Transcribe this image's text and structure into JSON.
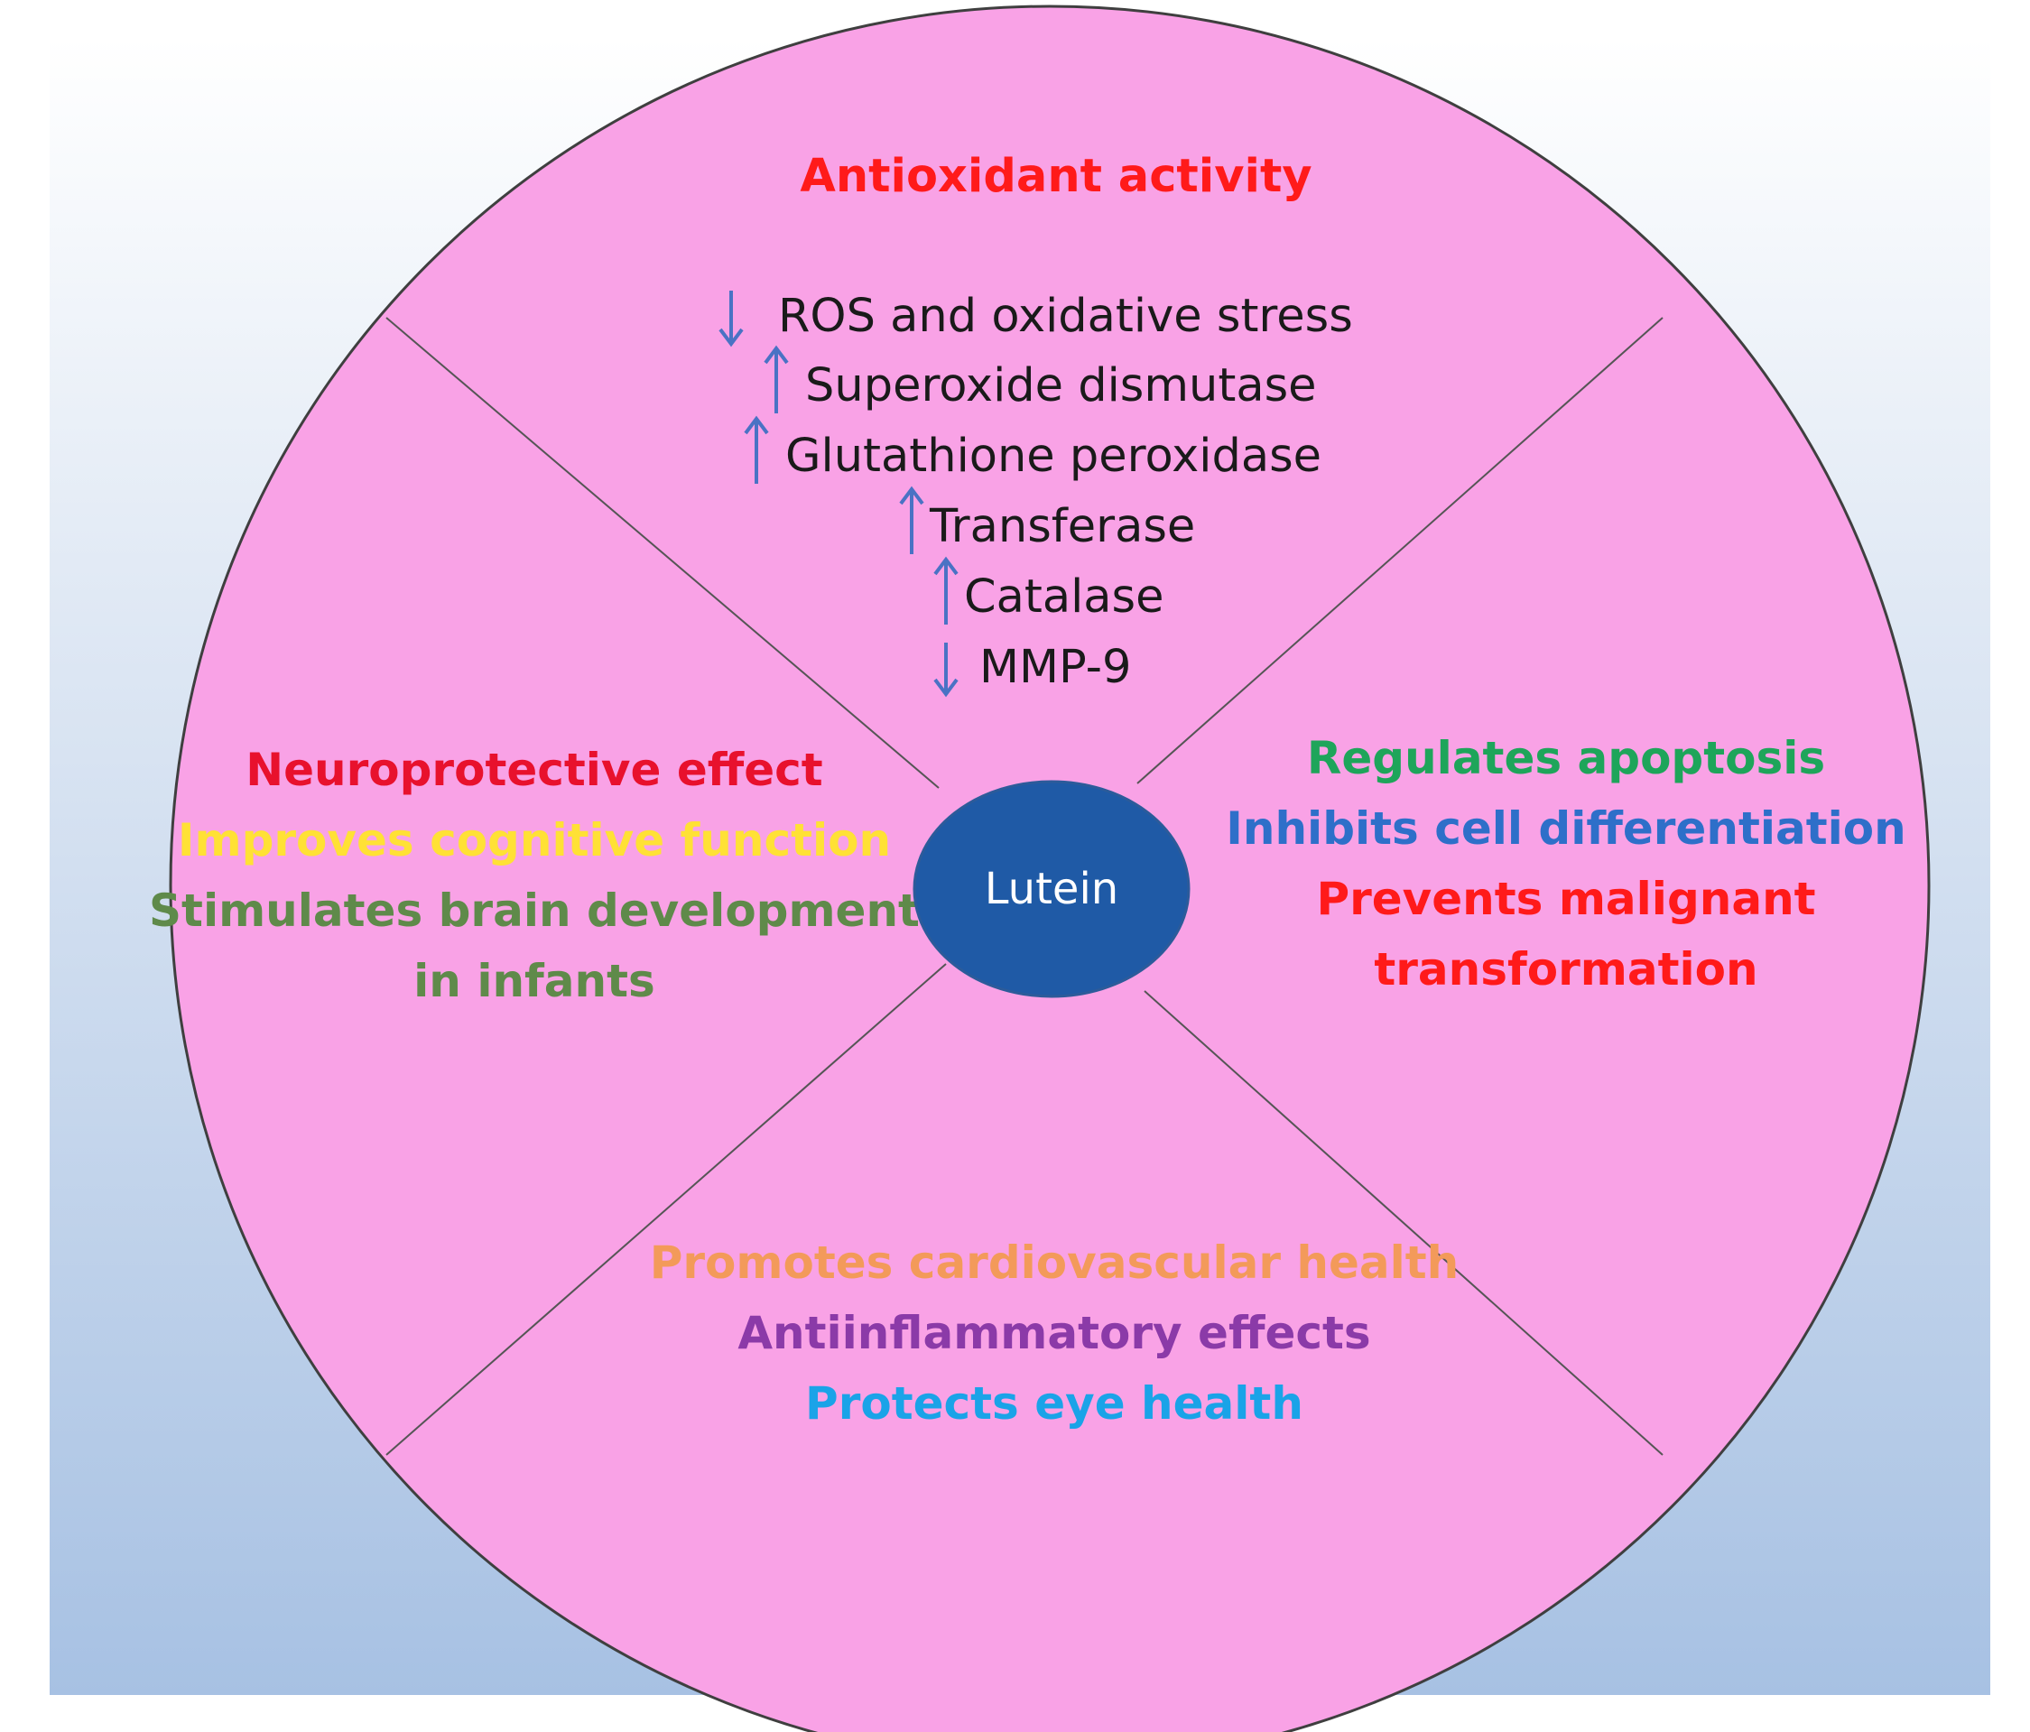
{
  "center": {
    "label": "Lutein",
    "color": "#1f5aa6"
  },
  "circle_fill": "#f9a2e6",
  "top_quadrant": {
    "heading": {
      "text": "Antioxidant activity",
      "color": "#ff1a1a"
    },
    "items": [
      {
        "arrow": "down",
        "text": "ROS and oxidative stress"
      },
      {
        "arrow": "up",
        "text": "Superoxide dismutase"
      },
      {
        "arrow": "up",
        "text": "Glutathione peroxidase"
      },
      {
        "arrow": "up",
        "text": "Transferase"
      },
      {
        "arrow": "up",
        "text": "Catalase"
      },
      {
        "arrow": "down",
        "text": "MMP-9"
      }
    ],
    "arrow_color": "#4a72c4"
  },
  "left_quadrant": {
    "lines": [
      {
        "text": "Neuroprotective effect",
        "color": "#e8112d"
      },
      {
        "text": "Improves cognitive function",
        "color": "#ffe135"
      },
      {
        "text": "Stimulates brain development",
        "color": "#5f8a4a"
      },
      {
        "text": "in infants",
        "color": "#5f8a4a"
      }
    ]
  },
  "right_quadrant": {
    "lines": [
      {
        "text": "Regulates apoptosis",
        "color": "#1ea55a"
      },
      {
        "text": "Inhibits cell differentiation",
        "color": "#2e6fc9"
      },
      {
        "text": "Prevents malignant",
        "color": "#ff1a1a"
      },
      {
        "text": "transformation",
        "color": "#ff1a1a"
      }
    ]
  },
  "bottom_quadrant": {
    "lines": [
      {
        "text": "Promotes cardiovascular health",
        "color": "#f39a5a"
      },
      {
        "text": "Antiinflammatory effects",
        "color": "#8b3aa8"
      },
      {
        "text": "Protects eye health",
        "color": "#1aa3e8"
      }
    ]
  }
}
